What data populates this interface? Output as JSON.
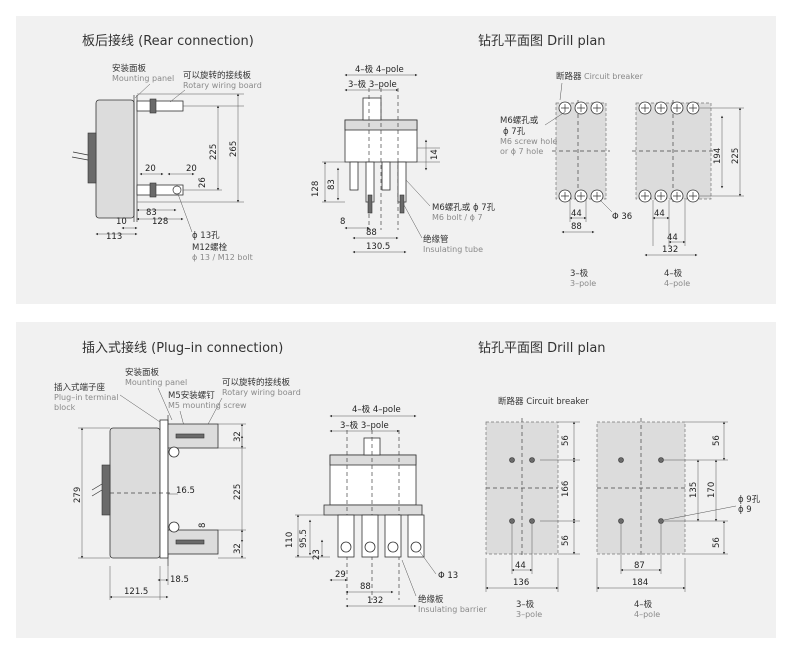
{
  "top": {
    "title_left": "板后接线 (Rear connection)",
    "title_right": "钻孔平面图 Drill plan",
    "mounting_panel_cn": "安装面板",
    "mounting_panel_en": "Mounting panel",
    "rotary_board_cn": "可以旋转的接线板",
    "rotary_board_en": "Rotary wiring board",
    "d_225": "225",
    "d_265": "265",
    "d_20a": "20",
    "d_20b": "20",
    "d_26": "26",
    "d_83": "83",
    "d_128": "128",
    "d_10": "10",
    "d_113": "113",
    "phi13_cn": "ϕ 13孔",
    "m12_cn": "M12螺栓",
    "m12_en": "ϕ 13 / M12 bolt",
    "pole4": "4–极 4–pole",
    "pole3": "3–极 3–pole",
    "d_14": "14",
    "d_83b": "83",
    "d_128b": "128",
    "d_8": "8",
    "d_88": "88",
    "d_130_5": "130.5",
    "m6bolt_cn": "M6螺孔或 ϕ 7孔",
    "m6bolt_en": "M6 bolt / ϕ 7",
    "tube_cn": "绝缘管",
    "tube_en": "Insulating tube",
    "breaker_cn": "断路器",
    "breaker_en": "Circuit breaker",
    "m6hole_cn1": "M6螺孔或",
    "m6hole_cn2": "ϕ 7孔",
    "m6hole_en1": "M6 screw hole",
    "m6hole_en2": "or ϕ 7 hole",
    "d_44a": "44",
    "d_88a": "88",
    "phi36": "Φ 36",
    "d_194": "194",
    "d_225b": "225",
    "d_44b": "44",
    "d_44c": "44",
    "d_132": "132",
    "pole3_cn": "3–极",
    "pole3_en": "3–pole",
    "pole4_cn": "4–极",
    "pole4_en": "4–pole"
  },
  "bottom": {
    "title_left": "插入式接线 (Plug–in connection)",
    "title_right": "钻孔平面图 Drill plan",
    "terminal_cn": "插入式端子座",
    "terminal_en1": "Plug–in terminal",
    "terminal_en2": "block",
    "mounting_panel_cn": "安装面板",
    "mounting_panel_en": "Mounting panel",
    "m5_cn": "M5安装螺钉",
    "m5_en": "M5 mounting screw",
    "rotary_board_cn": "可以旋转的接线板",
    "rotary_board_en": "Rotary wiring board",
    "d_32a": "32",
    "d_225": "225",
    "d_32b": "32",
    "d_279": "279",
    "d_16_5": "16.5",
    "d_8": "8",
    "d_18_5": "18.5",
    "d_121_5": "121.5",
    "pole4": "4–极 4–pole",
    "pole3": "3–极 3–pole",
    "d_110": "110",
    "d_95_5": "95.5",
    "d_23": "23",
    "d_29": "29",
    "d_88": "88",
    "d_132": "132",
    "phi13": "Φ 13",
    "barrier_cn": "绝缘板",
    "barrier_en": "Insulating barrier",
    "breaker_cn": "断路器 Circuit breaker",
    "d_56a": "56",
    "d_166": "166",
    "d_56b": "56",
    "d_44": "44",
    "d_136": "136",
    "d_56c": "56",
    "d_135": "135",
    "d_170": "170",
    "d_56d": "56",
    "d_87": "87",
    "d_184": "184",
    "phi9_cn": "ϕ 9孔",
    "phi9_en": "ϕ 9",
    "pole3_cn": "3–极",
    "pole3_en": "3–pole",
    "pole4_cn": "4–极",
    "pole4_en": "4–pole"
  }
}
